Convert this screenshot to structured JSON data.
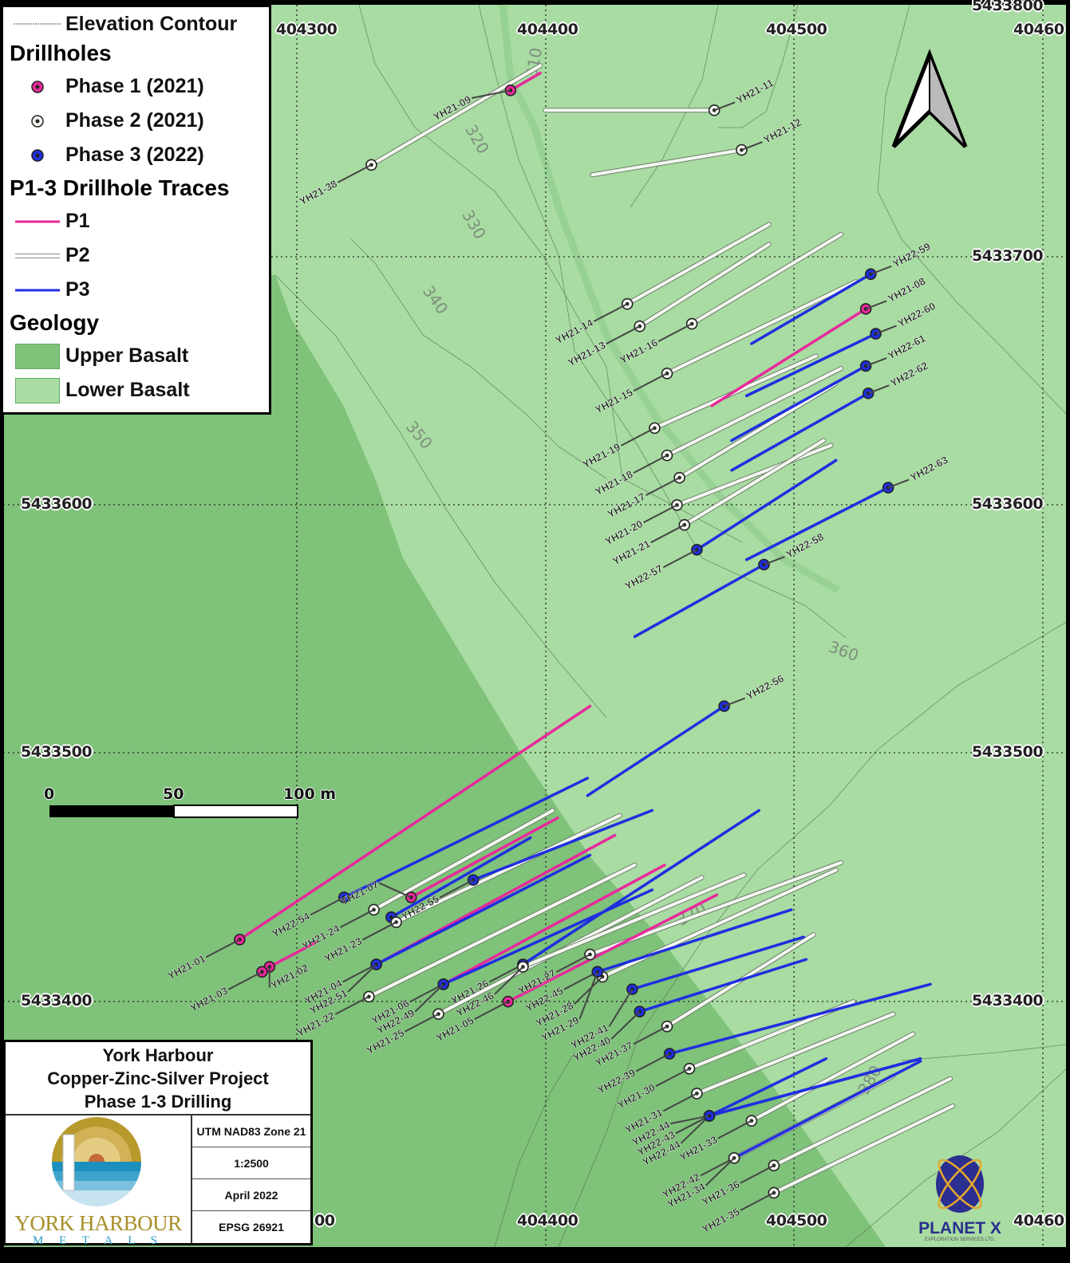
{
  "legend": {
    "contour_label": "Elevation Contour",
    "drillholes_heading": "Drillholes",
    "phase_items": [
      {
        "label": "Phase 1 (2021)",
        "phase": 1
      },
      {
        "label": "Phase 2 (2021)",
        "phase": 2
      },
      {
        "label": "Phase 3 (2022)",
        "phase": 3
      }
    ],
    "traces_heading": "P1-3 Drillhole Traces",
    "trace_items": [
      {
        "label": "P1",
        "phase": 1
      },
      {
        "label": "P2",
        "phase": 2
      },
      {
        "label": "P3",
        "phase": 3
      }
    ],
    "geology_heading": "Geology",
    "geology_items": [
      {
        "label": "Upper Basalt",
        "color": "#7fc27a"
      },
      {
        "label": "Lower Basalt",
        "color": "#a8dca2"
      }
    ]
  },
  "colors": {
    "p1": "#e8299b",
    "p2": "#f4f8f0",
    "p3": "#1f2fe0",
    "upper_basalt": "#7fc27a",
    "lower_basalt": "#a8dca2"
  },
  "grid": {
    "eastings_top": [
      "404300",
      "404400",
      "404500",
      "40460"
    ],
    "eastings_bottom": [
      "00",
      "404400",
      "404500",
      "40460"
    ],
    "northings_left": [
      "5433600",
      "5433500",
      "5433400"
    ],
    "northings_right": [
      "5433800",
      "5433700",
      "5433600",
      "5433500",
      "5433400"
    ]
  },
  "contour_labels": [
    "310",
    "320",
    "330",
    "340",
    "350",
    "360",
    "370",
    "380"
  ],
  "scale_bar": {
    "labels": [
      "0",
      "50",
      "100 m"
    ]
  },
  "title_block": {
    "line1": "York Harbour",
    "line2": "Copper-Zinc-Silver Project",
    "line3": "Phase 1-3 Drilling",
    "projection": "UTM NAD83 Zone 21",
    "scale": "1:2500",
    "date": "April 2022",
    "epsg": "EPSG 26921",
    "logo_text": "YORK HARBOUR",
    "logo_subtext": "M E T A L S"
  },
  "planetx": {
    "name": "PLANET X",
    "sub": "EXPLORATION SERVICES LTD."
  },
  "drillholes": [
    {
      "id": "YH21-38",
      "phase": 2,
      "collar": [
        404330,
        5433737
      ],
      "end": [
        404398,
        5433777
      ],
      "side": "left"
    },
    {
      "id": "YH21-09",
      "phase": 1,
      "collar": [
        404386,
        5433767
      ],
      "end": [
        404398,
        5433774
      ],
      "side": "left"
    },
    {
      "id": "YH21-11",
      "phase": 2,
      "collar": [
        404468,
        5433759
      ],
      "end": [
        404400,
        5433759
      ],
      "side": "right"
    },
    {
      "id": "YH21-12",
      "phase": 2,
      "collar": [
        404479,
        5433743
      ],
      "end": [
        404419,
        5433733
      ],
      "side": "right"
    },
    {
      "id": "YH21-14",
      "phase": 2,
      "collar": [
        404433,
        5433681
      ],
      "end": [
        404490,
        5433713
      ],
      "side": "left"
    },
    {
      "id": "YH21-13",
      "phase": 2,
      "collar": [
        404438,
        5433672
      ],
      "end": [
        404490,
        5433705
      ],
      "side": "left"
    },
    {
      "id": "YH21-16",
      "phase": 2,
      "collar": [
        404459,
        5433673
      ],
      "end": [
        404519,
        5433709
      ],
      "side": "left"
    },
    {
      "id": "YH21-15",
      "phase": 2,
      "collar": [
        404449,
        5433653
      ],
      "end": [
        404525,
        5433690
      ],
      "side": "left"
    },
    {
      "id": "YH21-19",
      "phase": 2,
      "collar": [
        404444,
        5433631
      ],
      "end": [
        404509,
        5433660
      ],
      "side": "left"
    },
    {
      "id": "YH21-18",
      "phase": 2,
      "collar": [
        404449,
        5433620
      ],
      "end": [
        404519,
        5433655
      ],
      "side": "left"
    },
    {
      "id": "YH21-17",
      "phase": 2,
      "collar": [
        404454,
        5433611
      ],
      "end": [
        404517,
        5433649
      ],
      "side": "left"
    },
    {
      "id": "YH21-20",
      "phase": 2,
      "collar": [
        404453,
        5433600
      ],
      "end": [
        404515,
        5433624
      ],
      "side": "left"
    },
    {
      "id": "YH21-21",
      "phase": 2,
      "collar": [
        404456,
        5433592
      ],
      "end": [
        404512,
        5433626
      ],
      "side": "left"
    },
    {
      "id": "YH22-59",
      "phase": 3,
      "collar": [
        404531,
        5433693
      ],
      "end": [
        404483,
        5433665
      ],
      "side": "right"
    },
    {
      "id": "YH21-08",
      "phase": 1,
      "collar": [
        404529,
        5433679
      ],
      "end": [
        404467,
        5433640
      ],
      "side": "right"
    },
    {
      "id": "YH22-60",
      "phase": 3,
      "collar": [
        404533,
        5433669
      ],
      "end": [
        404481,
        5433644
      ],
      "side": "right"
    },
    {
      "id": "YH22-61",
      "phase": 3,
      "collar": [
        404529,
        5433656
      ],
      "end": [
        404475,
        5433626
      ],
      "side": "right"
    },
    {
      "id": "YH22-62",
      "phase": 3,
      "collar": [
        404530,
        5433645
      ],
      "end": [
        404475,
        5433614
      ],
      "side": "right"
    },
    {
      "id": "YH22-63",
      "phase": 3,
      "collar": [
        404538,
        5433607
      ],
      "end": [
        404481,
        5433578
      ],
      "side": "right"
    },
    {
      "id": "YH22-57",
      "phase": 3,
      "collar": [
        404461,
        5433582
      ],
      "end": [
        404517,
        5433618
      ],
      "side": "left"
    },
    {
      "id": "YH22-58",
      "phase": 3,
      "collar": [
        404488,
        5433576
      ],
      "end": [
        404436,
        5433547
      ],
      "side": "right"
    },
    {
      "id": "YH22-56",
      "phase": 3,
      "collar": [
        404472,
        5433519
      ],
      "end": [
        404417,
        5433483
      ],
      "side": "right"
    },
    {
      "id": "YH21-01",
      "phase": 1,
      "collar": [
        404277,
        5433425
      ],
      "end": [
        404418,
        5433519
      ],
      "side": "left"
    },
    {
      "id": "YH22-54",
      "phase": 3,
      "collar": [
        404319,
        5433442
      ],
      "end": [
        404417,
        5433490
      ],
      "side": "left"
    },
    {
      "id": "YH21-07",
      "phase": 1,
      "collar": [
        404346,
        5433442
      ],
      "end": [
        404405,
        5433474
      ],
      "side": "up"
    },
    {
      "id": "YH21-24",
      "phase": 2,
      "collar": [
        404331,
        5433437
      ],
      "end": [
        404403,
        5433477
      ],
      "side": "left"
    },
    {
      "id": "",
      "phase": 3,
      "collar": [
        404338,
        5433434
      ],
      "end": [
        404394,
        5433466
      ],
      "side": "left"
    },
    {
      "id": "YH22-55",
      "phase": 3,
      "collar": [
        404371,
        5433449
      ],
      "end": [
        404443,
        5433477
      ],
      "side": "mid"
    },
    {
      "id": "YH21-23",
      "phase": 2,
      "collar": [
        404340,
        5433432
      ],
      "end": [
        404430,
        5433475
      ],
      "side": "left"
    },
    {
      "id": "YH21-02",
      "phase": 1,
      "collar": [
        404289,
        5433414
      ],
      "end": [
        404308,
        5433424
      ],
      "side": "down"
    },
    {
      "id": "YH21-03",
      "phase": 1,
      "collar": [
        404286,
        5433412
      ],
      "end": [
        404286,
        5433412
      ],
      "side": "left"
    },
    {
      "id": "YH21-04",
      "phase": 1,
      "collar": [
        404332,
        5433415
      ],
      "end": [
        404428,
        5433467
      ],
      "side": "left2"
    },
    {
      "id": "YH22-51",
      "phase": 3,
      "collar": [
        404332,
        5433415
      ],
      "end": [
        404418,
        5433459
      ],
      "side": "left"
    },
    {
      "id": "YH21-22",
      "phase": 2,
      "collar": [
        404329,
        5433402
      ],
      "end": [
        404436,
        5433455
      ],
      "side": "left"
    },
    {
      "id": "YH21-06",
      "phase": 1,
      "collar": [
        404359,
        5433407
      ],
      "end": [
        404448,
        5433455
      ],
      "side": "left2"
    },
    {
      "id": "YH22-49",
      "phase": 3,
      "collar": [
        404359,
        5433407
      ],
      "end": [
        404443,
        5433445
      ],
      "side": "left"
    },
    {
      "id": "YH21-25",
      "phase": 2,
      "collar": [
        404357,
        5433395
      ],
      "end": [
        404463,
        5433450
      ],
      "side": "left"
    },
    {
      "id": "YH21-26",
      "phase": 3,
      "collar": [
        404391,
        5433415
      ],
      "end": [
        404486,
        5433477
      ],
      "side": "left2"
    },
    {
      "id": "YH22-46",
      "phase": 2,
      "collar": [
        404391,
        5433414
      ],
      "end": [
        404480,
        5433451
      ],
      "side": "left"
    },
    {
      "id": "YH21-05",
      "phase": 1,
      "collar": [
        404385,
        5433400
      ],
      "end": [
        404469,
        5433443
      ],
      "side": "left"
    },
    {
      "id": "YH21-27",
      "phase": 2,
      "collar": [
        404418,
        5433419
      ],
      "end": [
        404519,
        5433456
      ],
      "side": "left"
    },
    {
      "id": "YH22-45",
      "phase": 3,
      "collar": [
        404421,
        5433412
      ],
      "end": [
        404499,
        5433437
      ],
      "side": "left"
    },
    {
      "id": "YH21-28",
      "phase": 2,
      "collar": [
        404423,
        5433410
      ],
      "end": [
        404517,
        5433453
      ],
      "side": "left2"
    },
    {
      "id": "YH21-29",
      "phase": 3,
      "collar": [
        404421,
        5433412
      ],
      "end": [
        404421,
        5433412
      ],
      "side": "left3"
    },
    {
      "id": "YH22-41",
      "phase": 3,
      "collar": [
        404435,
        5433405
      ],
      "end": [
        404504,
        5433426
      ],
      "side": "left"
    },
    {
      "id": "YH22-40",
      "phase": 3,
      "collar": [
        404438,
        5433396
      ],
      "end": [
        404505,
        5433417
      ],
      "side": "left"
    },
    {
      "id": "YH21-37",
      "phase": 2,
      "collar": [
        404449,
        5433390
      ],
      "end": [
        404508,
        5433427
      ],
      "side": "left"
    },
    {
      "id": "YH22-39",
      "phase": 3,
      "collar": [
        404450,
        5433379
      ],
      "end": [
        404555,
        5433407
      ],
      "side": "left"
    },
    {
      "id": "YH21-30",
      "phase": 2,
      "collar": [
        404458,
        5433373
      ],
      "end": [
        404524,
        5433400
      ],
      "side": "left"
    },
    {
      "id": "YH21-31",
      "phase": 2,
      "collar": [
        404461,
        5433363
      ],
      "end": [
        404540,
        5433395
      ],
      "side": "left"
    },
    {
      "id": "YH22-43",
      "phase": 3,
      "collar": [
        404466,
        5433354
      ],
      "end": [
        404513,
        5433377
      ],
      "side": "left"
    },
    {
      "id": "YH22-44",
      "phase": 3,
      "collar": [
        404466,
        5433354
      ],
      "end": [
        404551,
        5433377
      ],
      "side": "left2"
    },
    {
      "id": "YH22-44",
      "phase": 3,
      "collar": [
        404466,
        5433354
      ],
      "end": [
        404551,
        5433377
      ],
      "side": "left3"
    },
    {
      "id": "YH21-33",
      "phase": 2,
      "collar": [
        404483,
        5433352
      ],
      "end": [
        404548,
        5433387
      ],
      "side": "left"
    },
    {
      "id": "YH22-42",
      "phase": 3,
      "collar": [
        404476,
        5433337
      ],
      "end": [
        404551,
        5433376
      ],
      "side": "left"
    },
    {
      "id": "YH21-34",
      "phase": 2,
      "collar": [
        404476,
        5433337
      ],
      "end": [
        404540,
        5433370
      ],
      "side": "left2"
    },
    {
      "id": "YH21-36",
      "phase": 2,
      "collar": [
        404492,
        5433334
      ],
      "end": [
        404563,
        5433369
      ],
      "side": "left"
    },
    {
      "id": "YH21-35",
      "phase": 2,
      "collar": [
        404492,
        5433323
      ],
      "end": [
        404564,
        5433358
      ],
      "side": "left"
    }
  ]
}
